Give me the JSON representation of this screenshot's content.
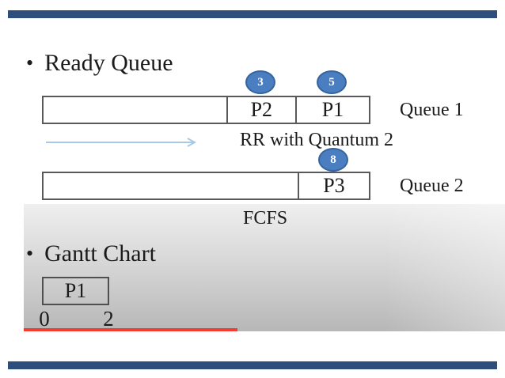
{
  "slide": {
    "bullet_char": "•",
    "section1_title": "Ready Queue",
    "section2_title": "Gantt Chart"
  },
  "queues": [
    {
      "label": "Queue 1",
      "policy": "RR with Quantum 2",
      "cells": [
        {
          "text": ""
        },
        {
          "text": "P2",
          "badge": "3"
        },
        {
          "text": "P1",
          "badge": "5"
        }
      ]
    },
    {
      "label": "Queue 2",
      "policy": "FCFS",
      "cells": [
        {
          "text": ""
        },
        {
          "text": "P3",
          "badge": "8"
        }
      ]
    }
  ],
  "gantt": {
    "blocks": [
      {
        "label": "P1",
        "start": "0",
        "end": "2"
      }
    ]
  },
  "colors": {
    "bar_blue": "#2e4e7c",
    "badge_fill": "#4a7ec0",
    "badge_border": "#35649f",
    "box_border": "#595959",
    "arrow_blue": "#a9c7e7",
    "underline_red": "#f53c31",
    "band_gray_top": "#efefef",
    "band_gray_bottom": "#b7b7b7"
  }
}
